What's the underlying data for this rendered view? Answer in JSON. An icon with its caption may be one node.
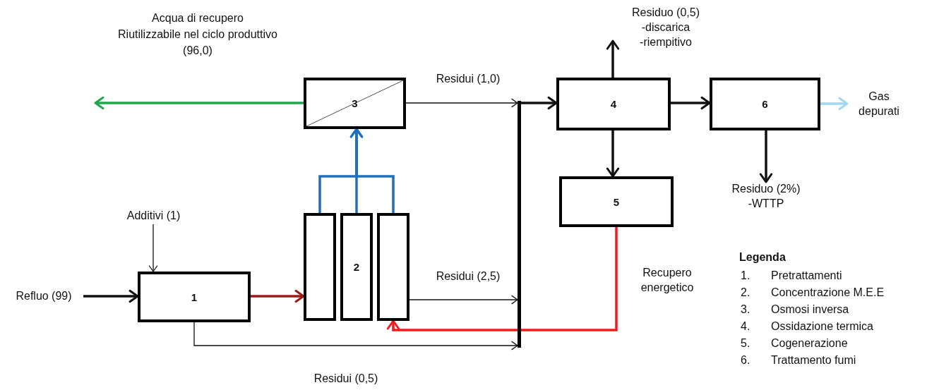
{
  "diagram": {
    "nodes": [
      {
        "text": [
          "Acqua di recupero",
          "Riutilizzabile nel ciclo produttivo",
          "(96,0)"
        ]
      },
      {
        "text": [
          "3"
        ]
      },
      {
        "text": [
          "Residuo (0,5)",
          "-discarica",
          "-riempitivo"
        ]
      },
      {
        "text": [
          "4"
        ]
      },
      {
        "text": [
          "6"
        ]
      },
      {
        "text": [
          "Gas depurati"
        ]
      },
      {
        "text": [
          "5"
        ]
      },
      {
        "text": [
          "Residuo (2%)",
          "-WTTP"
        ]
      },
      {
        "text": [
          "Additivi (1)"
        ]
      },
      {
        "text": [],
        "shape": "box"
      },
      {
        "text": [
          "2"
        ]
      },
      {
        "text": [],
        "shape": "box"
      },
      {
        "text": [
          "Refluo (99)"
        ]
      },
      {
        "text": [
          "1"
        ]
      },
      {
        "text": [],
        "shape": "bar"
      }
    ],
    "edges": [
      {
        "from": 1,
        "to": 0,
        "arrow": "to",
        "color": "#1fa84a"
      },
      {
        "from": 1,
        "to": 14,
        "arrow": "to",
        "label": "Residui (1,0)"
      },
      {
        "from": 14,
        "to": 3,
        "arrow": "to"
      },
      {
        "from": 3,
        "to": 2,
        "arrow": "to"
      },
      {
        "from": 3,
        "to": 4,
        "arrow": "to"
      },
      {
        "from": 4,
        "to": 5,
        "arrow": "to",
        "color": "#9fd8ee"
      },
      {
        "from": 3,
        "to": 6,
        "arrow": "to"
      },
      {
        "from": 4,
        "to": 7,
        "arrow": "to"
      },
      {
        "from": 9,
        "to": 1,
        "arrow": "to",
        "color": "#1f6fc0"
      },
      {
        "from": 10,
        "to": 1,
        "arrow": "to",
        "color": "#1f6fc0"
      },
      {
        "from": 11,
        "to": 1,
        "arrow": "to",
        "color": "#1f6fc0"
      },
      {
        "from": 8,
        "to": 13,
        "arrow": "to"
      },
      {
        "from": 12,
        "to": 13,
        "arrow": "to"
      },
      {
        "from": 13,
        "to": 9,
        "arrow": "to",
        "color": "#9b1b1b"
      },
      {
        "from": 11,
        "to": 14,
        "arrow": "to",
        "label": "Residui (2,5)"
      },
      {
        "from": 6,
        "to": 11,
        "arrow": "to",
        "color": "#ee1c1c",
        "label": "Recupero energetico"
      },
      {
        "from": 13,
        "to": 14,
        "arrow": "to",
        "label": "Residui (0,5)"
      }
    ],
    "labels": [
      "Legenda",
      "1.",
      "Pretrattamenti",
      "2.",
      "Concentrazione M.E.E",
      "3.",
      "Osmosi inversa",
      "4.",
      "Ossidazione termica",
      "5.",
      "Cogenerazione",
      "6.",
      "Trattamento fumi"
    ]
  }
}
